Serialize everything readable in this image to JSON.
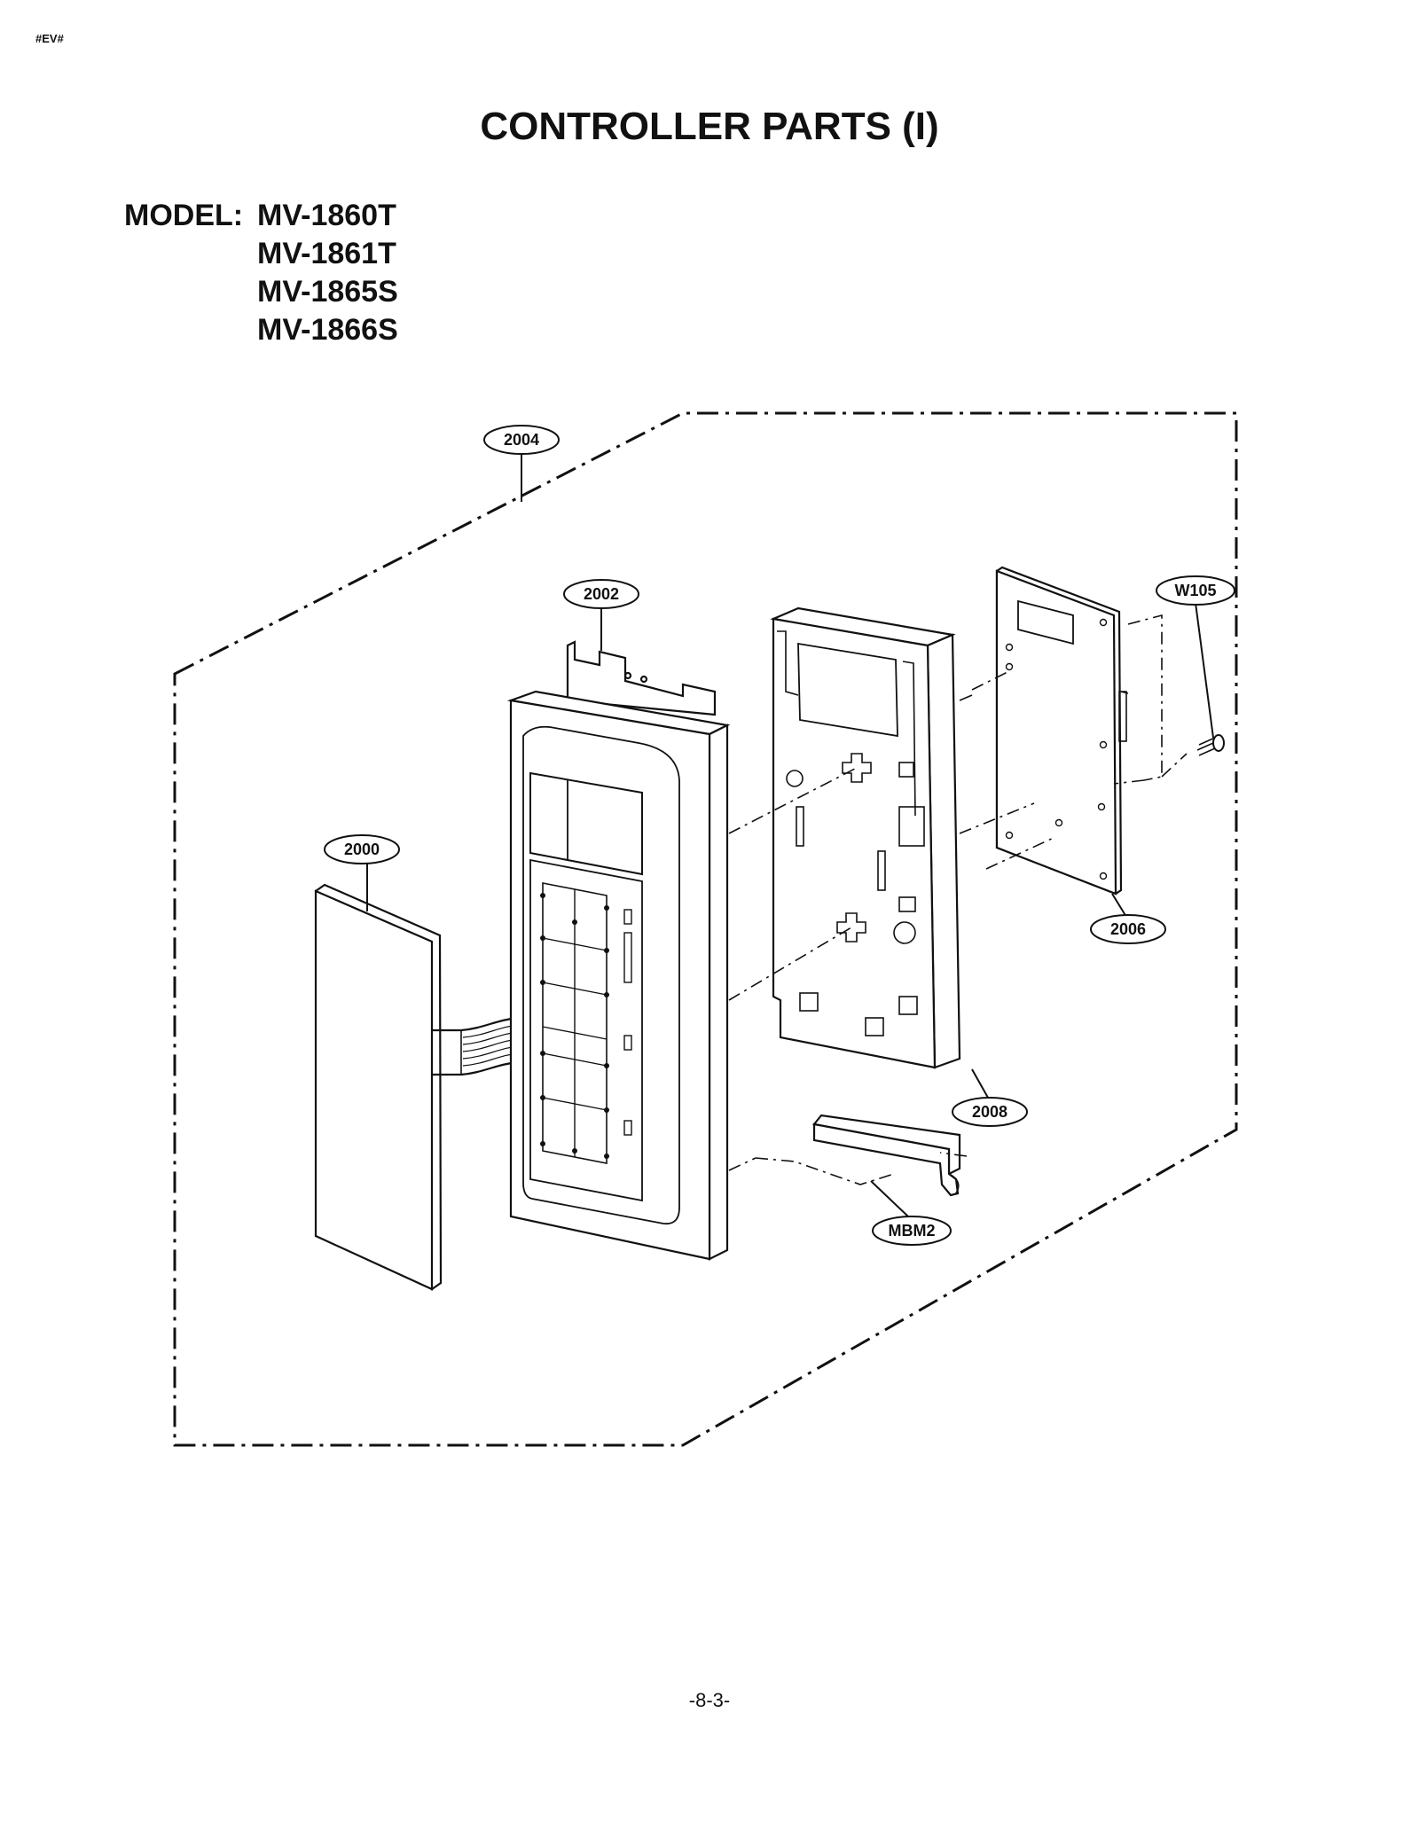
{
  "header": {
    "doc_code": "#EV#",
    "title": "CONTROLLER PARTS (I)"
  },
  "models": {
    "label": "MODEL:",
    "list": [
      "MV-1860T",
      "MV-1861T",
      "MV-1865S",
      "MV-1866S"
    ]
  },
  "callouts": {
    "assembly": "2004",
    "panel_frame": "2002",
    "membrane_keypad": "2000",
    "pcb_bracket": "2008",
    "pcb": "2006",
    "screw": "W105",
    "spring": "MBM2"
  },
  "footer": {
    "page_number": "-8-3-"
  }
}
